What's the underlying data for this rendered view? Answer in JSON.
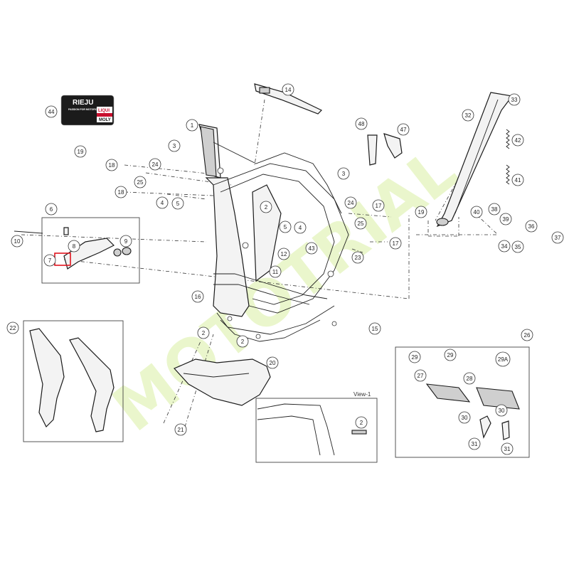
{
  "watermark": {
    "text": "MOTOTRIAL",
    "color": "#d9f0a3"
  },
  "logo": {
    "brand_top": "RIEJU",
    "brand_sub": "PASSION FOR MOTORCYCLES",
    "sponsor_line1": "LIQUI",
    "sponsor_line2": "MOLY",
    "bg_color": "#1b1b1b",
    "accent_color": "#c8102e"
  },
  "view_label": "View-1",
  "highlight_color": "#e0141e",
  "callouts": [
    {
      "id": "c14",
      "label": "14"
    },
    {
      "id": "c33",
      "label": "33"
    },
    {
      "id": "c44",
      "label": "44"
    },
    {
      "id": "c1",
      "label": "1"
    },
    {
      "id": "c32",
      "label": "32"
    },
    {
      "id": "c48",
      "label": "48"
    },
    {
      "id": "c47",
      "label": "47"
    },
    {
      "id": "c42",
      "label": "42"
    },
    {
      "id": "c3a",
      "label": "3"
    },
    {
      "id": "c19a",
      "label": "19"
    },
    {
      "id": "c18a",
      "label": "18"
    },
    {
      "id": "c24a",
      "label": "24"
    },
    {
      "id": "c25a",
      "label": "25"
    },
    {
      "id": "c3b",
      "label": "3"
    },
    {
      "id": "c41",
      "label": "41"
    },
    {
      "id": "c18b",
      "label": "18"
    },
    {
      "id": "c4a",
      "label": "4"
    },
    {
      "id": "c5a",
      "label": "5"
    },
    {
      "id": "c2a",
      "label": "2"
    },
    {
      "id": "c24b",
      "label": "24"
    },
    {
      "id": "c17a",
      "label": "17"
    },
    {
      "id": "c6",
      "label": "6"
    },
    {
      "id": "c19b",
      "label": "19"
    },
    {
      "id": "c40",
      "label": "40"
    },
    {
      "id": "c38",
      "label": "38"
    },
    {
      "id": "c39",
      "label": "39"
    },
    {
      "id": "c25b",
      "label": "25"
    },
    {
      "id": "c5b",
      "label": "5"
    },
    {
      "id": "c4b",
      "label": "4"
    },
    {
      "id": "c36",
      "label": "36"
    },
    {
      "id": "c10",
      "label": "10"
    },
    {
      "id": "c8",
      "label": "8"
    },
    {
      "id": "c9",
      "label": "9"
    },
    {
      "id": "c17b",
      "label": "17"
    },
    {
      "id": "c37",
      "label": "37"
    },
    {
      "id": "c34",
      "label": "34"
    },
    {
      "id": "c35",
      "label": "35"
    },
    {
      "id": "c43",
      "label": "43"
    },
    {
      "id": "c12",
      "label": "12"
    },
    {
      "id": "c7",
      "label": "7"
    },
    {
      "id": "c23",
      "label": "23"
    },
    {
      "id": "c11",
      "label": "11"
    },
    {
      "id": "c16",
      "label": "16"
    },
    {
      "id": "c15",
      "label": "15"
    },
    {
      "id": "c22",
      "label": "22"
    },
    {
      "id": "c2b",
      "label": "2"
    },
    {
      "id": "c2c",
      "label": "2"
    },
    {
      "id": "c26",
      "label": "26"
    },
    {
      "id": "c20",
      "label": "20"
    },
    {
      "id": "c29a",
      "label": "29"
    },
    {
      "id": "c29b",
      "label": "29"
    },
    {
      "id": "c29A",
      "label": "29A"
    },
    {
      "id": "c27",
      "label": "27"
    },
    {
      "id": "c28",
      "label": "28"
    },
    {
      "id": "c2d",
      "label": "2"
    },
    {
      "id": "c21",
      "label": "21"
    },
    {
      "id": "c30a",
      "label": "30"
    },
    {
      "id": "c30b",
      "label": "30"
    },
    {
      "id": "c31a",
      "label": "31"
    },
    {
      "id": "c31b",
      "label": "31"
    }
  ]
}
